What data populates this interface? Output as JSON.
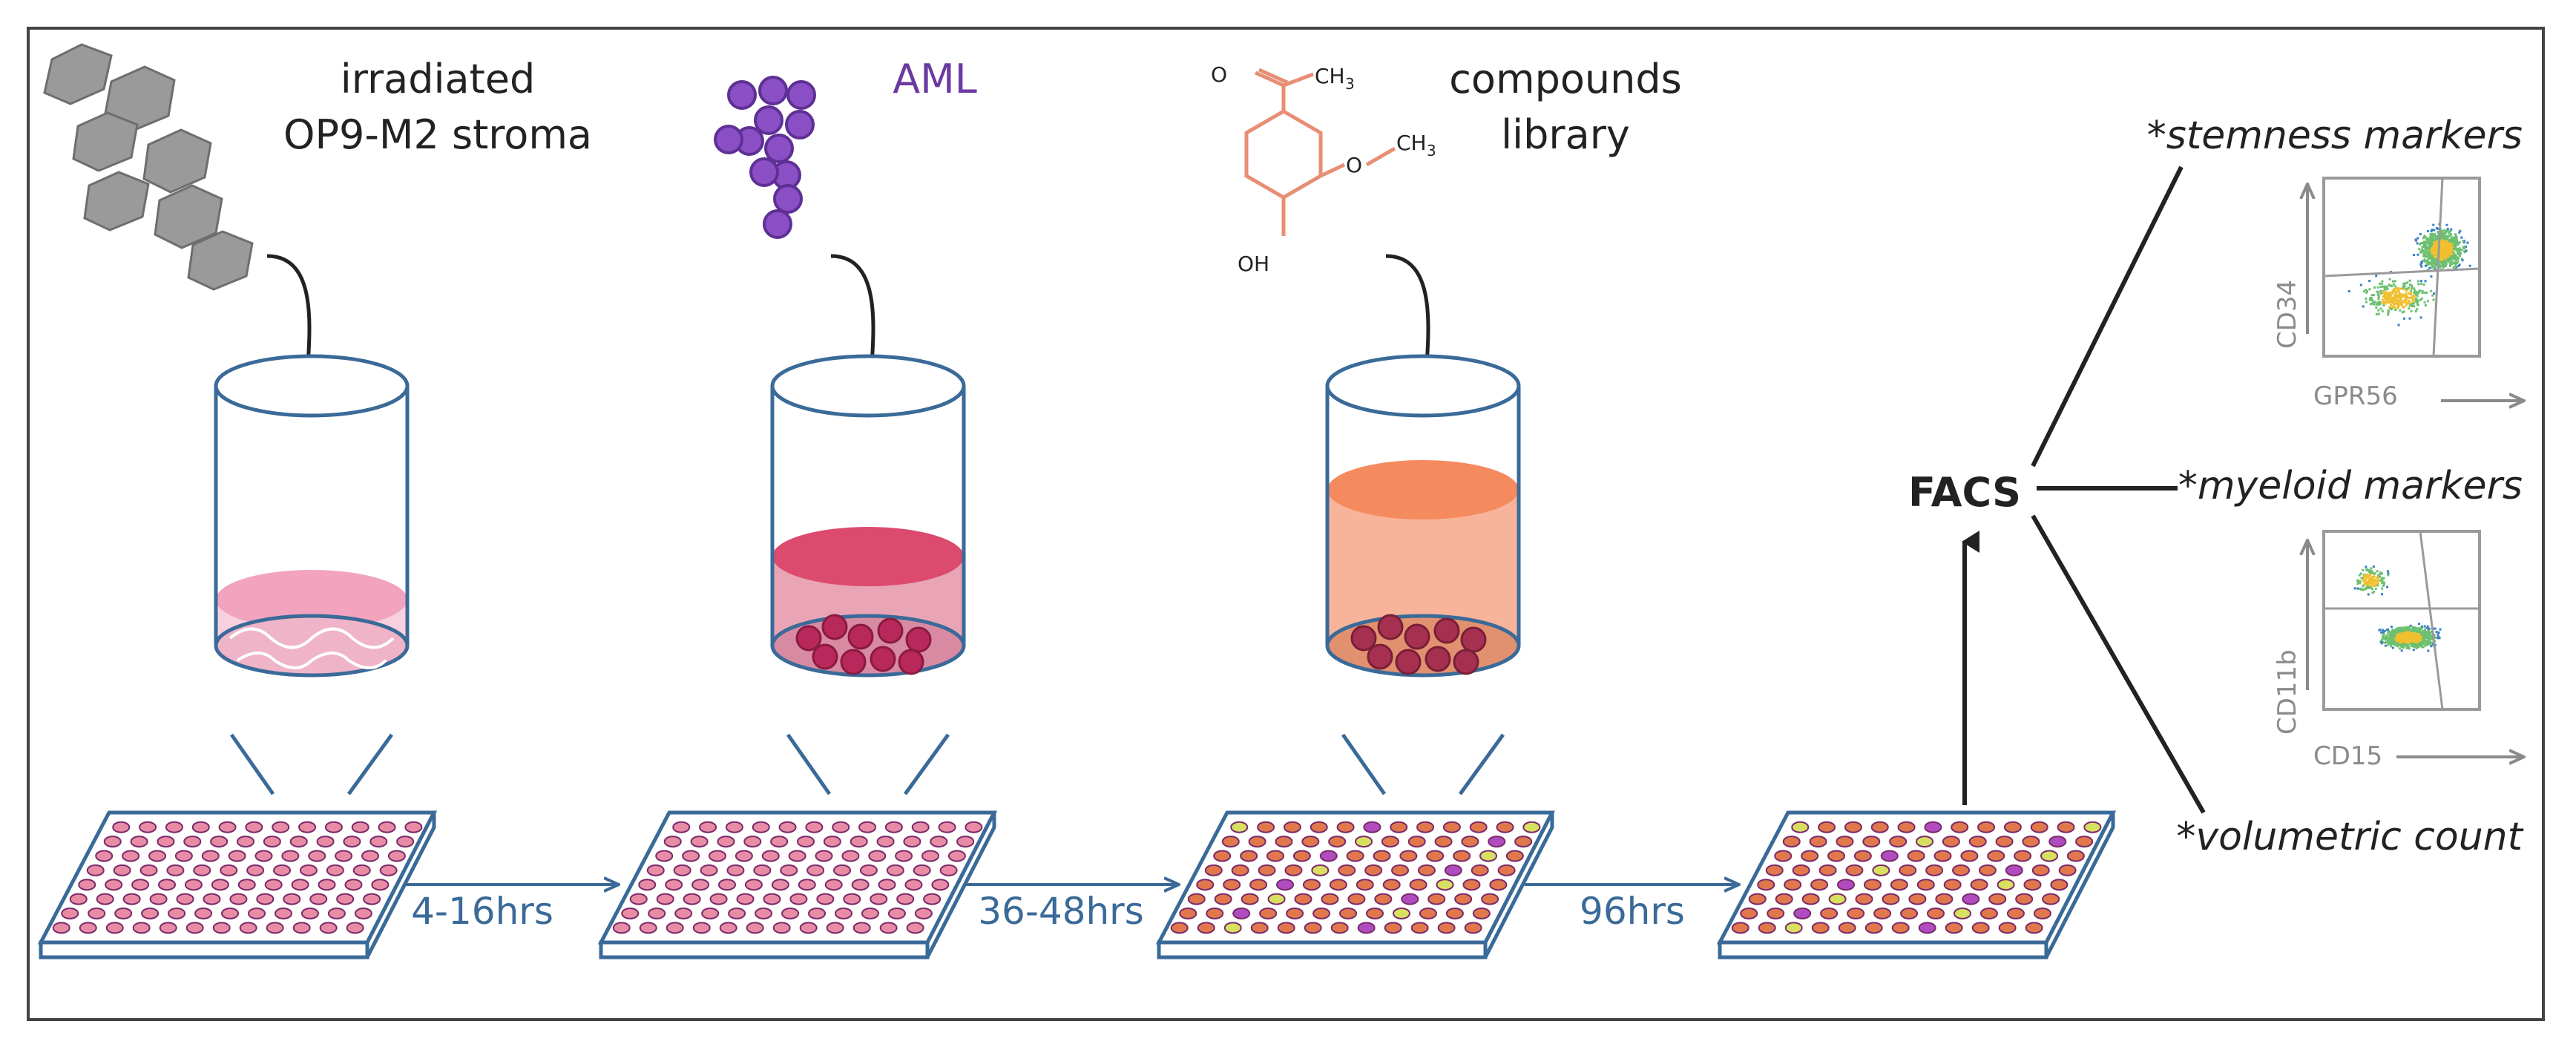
{
  "labels": {
    "stroma_line1": "irradiated",
    "stroma_line2": "OP9-M2 stroma",
    "aml": "AML",
    "compounds_line1": "compounds",
    "compounds_line2": "library",
    "facs": "FACS"
  },
  "timings": [
    "4-16hrs",
    "36-48hrs",
    "96hrs"
  ],
  "markers": [
    "*stemness markers",
    "*myeloid markers",
    "*volumetric count"
  ],
  "plot1": {
    "x_label": "GPR56",
    "y_label": "CD34"
  },
  "plot2": {
    "x_label": "CD15",
    "y_label": "CD11b"
  },
  "chemistry": {
    "ch3_top": "CH",
    "ch3_mid": "CH",
    "sub3": "3",
    "oxygen_top": "O",
    "oxygen_mid": "O",
    "oh": "OH"
  },
  "colors": {
    "tube_outline": "#3a6a98",
    "stroma_pink": "#f2a3bd",
    "aml_red": "#dc4a6e",
    "compound_orange": "#f58a5e",
    "aml_purple": "#6b3aa0",
    "cell_gray": "#9a9a9a"
  }
}
